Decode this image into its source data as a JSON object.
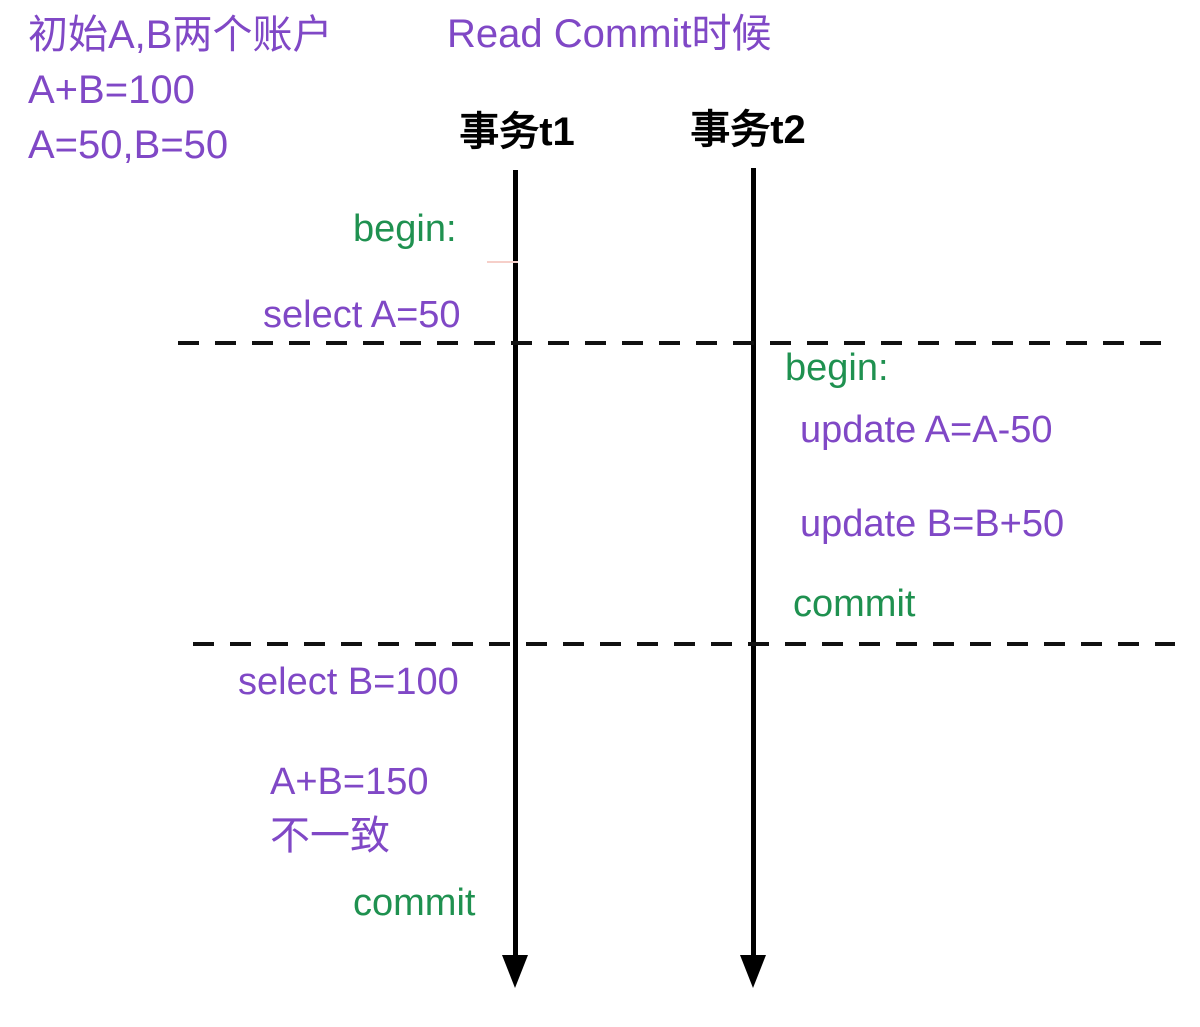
{
  "figure": {
    "type": "transaction-timeline-diagram",
    "topic": "Read Committed isolation anomaly"
  },
  "colors": {
    "purple_text": "#8048c6",
    "green_text": "#1f9150",
    "line_black": "#000000",
    "pink_artifact": "#f6cfc9",
    "background": "#ffffff"
  },
  "notes": {
    "line1": "初始A,B两个账户",
    "line2": "A+B=100",
    "line3": "A=50,B=50"
  },
  "title": "Read Commit时候",
  "lanes": {
    "t1": {
      "label": "事务t1",
      "events": {
        "begin": "begin:",
        "select_a": "select A=50",
        "select_b": "select B=100",
        "sum": "A+B=150",
        "inconsistent": "不一致",
        "commit": "commit"
      }
    },
    "t2": {
      "label": "事务t2",
      "events": {
        "begin": "begin:",
        "update_a": "update A=A-50",
        "update_b": "update B=B+50",
        "commit": "commit"
      }
    }
  }
}
